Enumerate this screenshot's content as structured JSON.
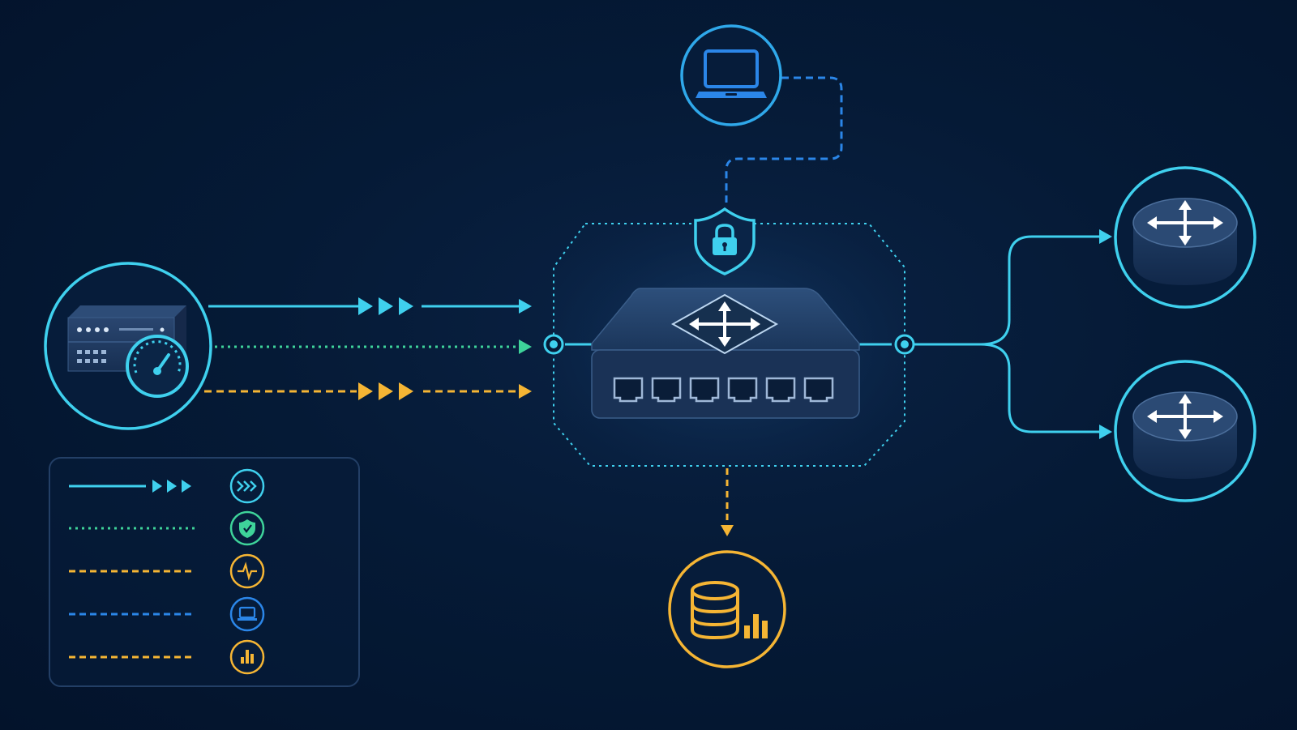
{
  "colors": {
    "background": "#03142e",
    "cyan": "#3fd0ee",
    "green": "#3ed39a",
    "orange": "#f5b534",
    "blue": "#2b86e8",
    "device_fill": "#1c3559",
    "device_edge": "#2e4d74",
    "icon_white": "#eaf4ff"
  },
  "nodes": [
    {
      "id": "source-server",
      "icon": "server-gauge-icon",
      "color": "cyan"
    },
    {
      "id": "laptop-client",
      "icon": "laptop-icon",
      "color": "blue"
    },
    {
      "id": "core-switch",
      "icon": "switch-icon",
      "color": "cyan",
      "ports": 6
    },
    {
      "id": "security-shield",
      "icon": "lock-shield-icon",
      "color": "cyan"
    },
    {
      "id": "router-top",
      "icon": "router-icon",
      "color": "cyan"
    },
    {
      "id": "router-bottom",
      "icon": "router-icon",
      "color": "cyan"
    },
    {
      "id": "database-analytics",
      "icon": "database-chart-icon",
      "color": "orange"
    }
  ],
  "links": [
    {
      "from": "source-server",
      "to": "core-switch",
      "style": "solid",
      "color": "cyan",
      "markers": "triple-arrow"
    },
    {
      "from": "source-server",
      "to": "core-switch",
      "style": "dotted",
      "color": "green"
    },
    {
      "from": "source-server",
      "to": "core-switch",
      "style": "dashed",
      "color": "orange",
      "markers": "triple-arrow"
    },
    {
      "from": "laptop-client",
      "to": "security-shield",
      "style": "dashed",
      "color": "blue"
    },
    {
      "from": "core-switch",
      "to": "router-top",
      "style": "solid",
      "color": "cyan"
    },
    {
      "from": "core-switch",
      "to": "router-bottom",
      "style": "solid",
      "color": "cyan"
    },
    {
      "from": "core-switch",
      "to": "database-analytics",
      "style": "dashed",
      "color": "orange"
    }
  ],
  "legend": [
    {
      "line": "solid",
      "color": "cyan",
      "icon": "fast-forward-icon"
    },
    {
      "line": "dotted",
      "color": "green",
      "icon": "shield-check-icon"
    },
    {
      "line": "dashed",
      "color": "orange",
      "icon": "pulse-icon"
    },
    {
      "line": "dashed",
      "color": "blue",
      "icon": "laptop-icon"
    },
    {
      "line": "dashed",
      "color": "orange",
      "icon": "bar-chart-icon"
    }
  ]
}
